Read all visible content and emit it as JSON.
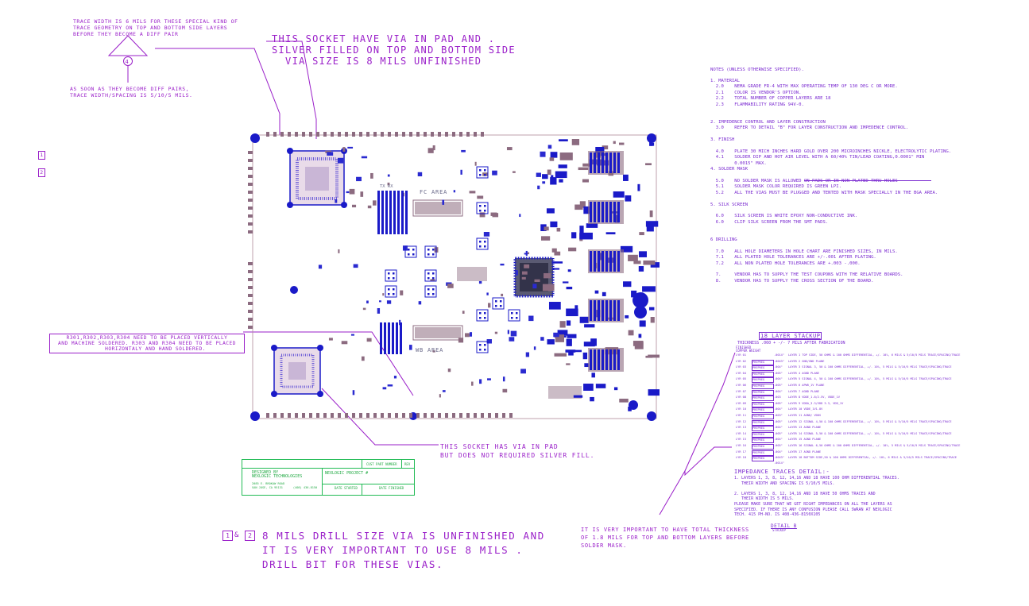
{
  "callouts": {
    "trace_width": "TRACE WIDTH IS 6 MILS FOR THESE SPECIAL KIND OF\nTRACE GEOMETRY ON TOP AND BOTTOM SIDE LAYERS\nBEFORE THEY BECOME A DIFF PAIR",
    "marker_number": "4",
    "diff_pairs": "AS SOON AS THEY BECOME DIFF PAIRS,\nTRACE WIDTH/SPACING IS 5/10/5 MILS.",
    "socket_top": "THIS SOCKET HAVE VIA IN PAD AND .\nSILVER FILLED ON TOP AND BOTTOM SIDE\n  VIA SIZE IS 8 MILS UNFINISHED",
    "resistors": "R301,R302,R303,R304 NEED TO BE PLACED VERTICALLY\nAND MACHINE SOLDERED. R303 AND R304 NEED TO BE PLACED\n     HORIZONTALY AND HAND SOLDERED.",
    "socket_bottom": "THIS SOCKET HAS VIA IN PAD\nBUT DOES NOT REQUIRED SILVER FILL.",
    "drill_box_1": "1",
    "drill_box_2": "2",
    "drill_amp": "&",
    "drill_note": "8 MILS DRILL SIZE VIA IS UNFINISHED AND\nIT IS VERY IMPORTANT TO USE 8 MILS .\nDRILL BIT FOR THESE VIAS.",
    "thickness": "IT IS VERY IMPORTANT TO HAVE TOTAL THICKNESS\nOF 1.8 MILS FOR TOP AND BOTTOM LAYERS BEFORE\nSOLDER MASK.",
    "side_marker_1": "1",
    "side_marker_2": "2"
  },
  "board_labels": {
    "fc_area": "FC AREA",
    "wb_area": "WB AREA",
    "tx_rx": "TX  RX"
  },
  "notes": {
    "heading": "NOTES (UNLESS OTHERWISE SPECIFIED).",
    "body": "1. MATERIAL\n  2.0    NEMA GRADE FR-4 WITH MAX OPERATING TEMP OF 130 DEG C OR MORE.\n  2.1    COLOR IS VENDOR'S OPTION.\n  2.2    TOTAL NUMBER OF COPPER LAYERS ARE 18\n  2.3    FLAMMABILITY RATING 94V-0.\n\n\n2. IMPEDENCE CONTROL AND LAYER CONSTRUCTION\n  3.0    REFER TO DETAIL \"B\" FOR LAYER CONSTRUCTION AND IMPEDENCE CONTROL.\n\n3. FINISH\n\n  4.0    PLATE 30 MICH INCHES HARD GOLD OVER 200 MICROINCHES NICKLE, ELECTROLYTIC PLATING.\n  4.1    SOLDER DIP AND HOT AIR LEVEL WITH A 60/40% TIN/LEAD COATING,0.0001\" MIN\n         0.0015\" MAX.\n4. SOLDER MASK\n\n  5.0    NO SOLDER MASK IS ALLOWED ON PADS OR IN NON PLATED THRU HOLES\n  5.1    SOLDER MASK COLOR REQUIRED IS GREEN LPI.\n  5.2    ALL THE VIAS MUST BE PLUGGED AND TENTED WITH MASK SPECIALLY IN THE BGA AREA.\n\n5. SILK SCREEN\n\n  6.0    SILK SCREEN IS WHITE EPOXY NON-CONDUCTIVE INK.\n  6.0    CLIP SILK SCREEN FROM THE SMT PADS.\n\n\n6 DRILLING\n\n  7.0    ALL HOLE DIAMETERS IN HOLE CHART ARE FINISHED SIZES, IN MILS.\n  7.1    ALL PLATED HOLE TOLERANCES ARE +/-.001 AFTER PLATING.\n  7.2    ALL NON PLATED HOLE TOLERANCES ARE +.003 -.000.\n\n  7.     VENDOR HAS TO SUPPLY THE TEST COUPONS WITH THE RELATIVE BOARDS.\n  8.     VENDOR HAS TO SUPPLY THE CROSS SECTION OF THE BOARD."
  },
  "stackup": {
    "title": "18 LAYER STACKUP",
    "thickness": "THICKNESS .060 + -/- 7 MILS AFTER FABRICATION",
    "finished_copper": "FINISHED\nCOPPER WEIGHT",
    "layers": [
      {
        "id": "LYR 01",
        "material": "",
        "thick": ".0014\"",
        "desc": "LAYER 1 TOP SIDE, 50 OHMS & 100 OHMS DIFFERENTIAL, +/- 10%, 6 MILS & 5/10/5 MILS TRACE/SPACING/TRACE"
      },
      {
        "id": "LYR 02",
        "material": "PREPREG",
        "thick": ".0043\"",
        "desc": "LAYER 2 GND/GND PLANE"
      },
      {
        "id": "LYR 03",
        "material": "PREPREG",
        "thick": ".004\"",
        "desc": "LAYER 3 SIGNAL 3, 50 & 100 OHMS DIFFERENTIAL, +/- 10%, 5 MILS & 5/10/5 MILS TRACE/SPACING/TRACE"
      },
      {
        "id": "LYR 04",
        "material": "PREPREG",
        "thick": ".005\"",
        "desc": "LAYER 4 AGND PLANE"
      },
      {
        "id": "LYR 05",
        "material": "PREPREG",
        "thick": ".004\"",
        "desc": "LAYER 5 SIGNAL 4, 50 & 100 OHMS DIFFERENTIAL, +/- 10%, 5 MILS & 5/10/5 MILS TRACE/SPACING/TRACE"
      },
      {
        "id": "LYR 06",
        "material": "PREPREG",
        "thick": ".005\"",
        "desc": "LAYER 6 APWR_1V PLANE"
      },
      {
        "id": "LYR 07",
        "material": "PREPREG",
        "thick": ".004\"",
        "desc": "LAYER 7 AGND PLANE"
      },
      {
        "id": "LYR 08",
        "material": "PREPREG",
        "thick": ".003",
        "desc": "LAYER 8 VDDE_1.8/2.5V, VDDE_1V"
      },
      {
        "id": "LYR 09",
        "material": "PREPREG",
        "thick": ".005\"",
        "desc": "LAYER 9 VDDA_3.3/VDD 3.3, VDD_1V"
      },
      {
        "id": "LYR 10",
        "material": "PREPREG",
        "thick": ".004\"",
        "desc": "LAYER 10 VDDE_1V1.8V"
      },
      {
        "id": "LYR 11",
        "material": "PREPREG",
        "thick": ".003\"",
        "desc": "LAYER 11 AGND/ VDDS"
      },
      {
        "id": "LYR 12",
        "material": "PREPREG",
        "thick": ".005\"",
        "desc": "LAYER 12 SIGNAL 4,50 & 100 OHMS DIFFERENTIAL, +/- 10%, 5 MILS & 5/10/5 MILS TRACE/SPACING/TRACE"
      },
      {
        "id": "LYR 13",
        "material": "PREPREG",
        "thick": ".004\"",
        "desc": "LAYER 13 AGND PLANE"
      },
      {
        "id": "LYR 14",
        "material": "PREPREG",
        "thick": ".005\"",
        "desc": "LAYER 14 SIGNAL 5,50 & 100 OHMS DIFFERENTIAL, +/- 10%, 5 MILS & 5/10/5 MILS TRACE/SPACING/TRACE"
      },
      {
        "id": "LYR 15",
        "material": "PREPREG",
        "thick": ".004\"",
        "desc": "LAYER 15 AGND PLANE"
      },
      {
        "id": "LYR 16",
        "material": "PREPREG",
        "thick": ".005\"",
        "desc": "LAYER 16 SIGNAL 6,50 OHMS & 100 OHMS DIFFERENTIAL, +/- 10%, 5 MILS & 5/10/5 MILS TRACE/SPACING/TRACE"
      },
      {
        "id": "LYR 17",
        "material": "PREPREG",
        "thick": ".004\"",
        "desc": "LAYER 17 AGND PLANE"
      },
      {
        "id": "LYR 18",
        "material": "PREPREG",
        "thick": ".0043\"",
        "desc": "LAYER 18 BOTTOM SIDE,50 & 100 OHMS DIFFERENTIAL, +/- 10%, 6 MILS & 5/10/5 MILS TRACE/SPACING/TRACE"
      }
    ],
    "bottom_thick": ".0014\""
  },
  "impedance": {
    "title": "IMPEDANCE TRACES DETAIL:-",
    "body": "1. LAYERS 1, 3, 8, 12, 14,16 AND 18 HAVE 100 OHM DIFFERENTIAL TRACES.\n   THEIR WIDTH AND SPACING IS 5/10/5 MILS.\n\n2. LAYERS 1, 3, 8, 12, 14,16 AND 18 HAVE 50 OHMS TRACES AND\n   THEIR WIDTH IS 5 MILS.\nPLEASE MAKE SURE THAT WE GET RIGHT IMPEDANCES ON ALL THE LAYERS AS\nSPECIFIED. IF THERE IS ANY CONFUSION PLEASE CALL SWRAN AT NEXLOGIC\nTECH. 415 PH-NO. IS 408-436-8150X105",
    "detail_label": "DETAIL B",
    "detail_sub": "STACKUP"
  },
  "title_block": {
    "part_number": "CUST PART NUMBER",
    "rev": "REV",
    "company": "DESIGNED BY\nNEXLOGIC TECHNOLOGIES",
    "address": "2085 E. BROKAW ROAD\nSAN JOSE, CA 95131      (408) 436-8150",
    "project": "NEXLOGIC PROJECT #",
    "date_started": "DATE STARTED",
    "date_finished": "DATE FINISHED"
  }
}
